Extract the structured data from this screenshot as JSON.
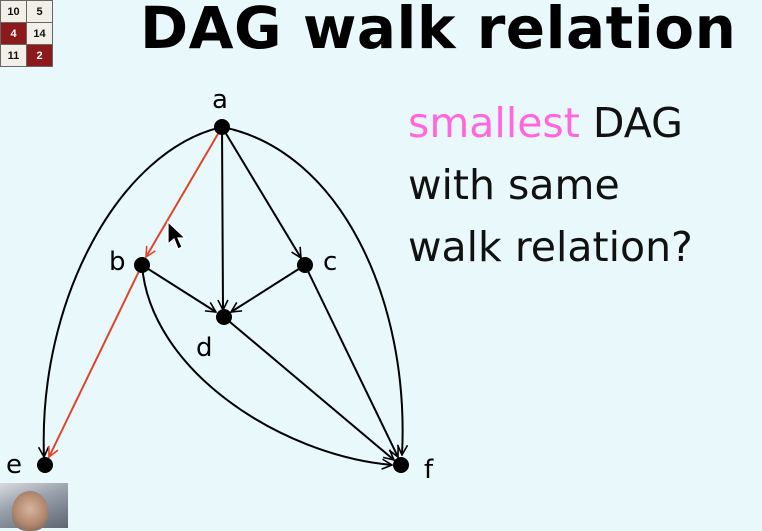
{
  "slide": {
    "title": "DAG walk relation",
    "question": {
      "highlight": "smallest",
      "line1_rest": " DAG",
      "line2": "with same",
      "line3": "walk relation?"
    },
    "colors": {
      "background": "#e9f8fb",
      "highlight": "#ff66e0",
      "red_edge": "#e0442a",
      "black_edge": "#000000",
      "grid_highlight": "#8c1a1a"
    }
  },
  "number_grid": {
    "rows": [
      [
        "10",
        "5"
      ],
      [
        "4",
        "14"
      ],
      [
        "11",
        "2"
      ]
    ],
    "highlighted": [
      "4",
      "2"
    ]
  },
  "graph": {
    "nodes": [
      {
        "id": "a",
        "label": "a"
      },
      {
        "id": "b",
        "label": "b"
      },
      {
        "id": "c",
        "label": "c"
      },
      {
        "id": "d",
        "label": "d"
      },
      {
        "id": "e",
        "label": "e"
      },
      {
        "id": "f",
        "label": "f"
      }
    ],
    "edges": [
      {
        "from": "a",
        "to": "b",
        "color": "red"
      },
      {
        "from": "b",
        "to": "e",
        "color": "red"
      },
      {
        "from": "a",
        "to": "e",
        "color": "black"
      },
      {
        "from": "a",
        "to": "d",
        "color": "black"
      },
      {
        "from": "a",
        "to": "c",
        "color": "black"
      },
      {
        "from": "a",
        "to": "f",
        "color": "black"
      },
      {
        "from": "b",
        "to": "d",
        "color": "black"
      },
      {
        "from": "c",
        "to": "d",
        "color": "black"
      },
      {
        "from": "b",
        "to": "f",
        "color": "black"
      },
      {
        "from": "d",
        "to": "f",
        "color": "black"
      },
      {
        "from": "c",
        "to": "f",
        "color": "black"
      }
    ]
  },
  "icons": {
    "cursor": "mouse-pointer-icon",
    "webcam": "presenter-webcam"
  }
}
